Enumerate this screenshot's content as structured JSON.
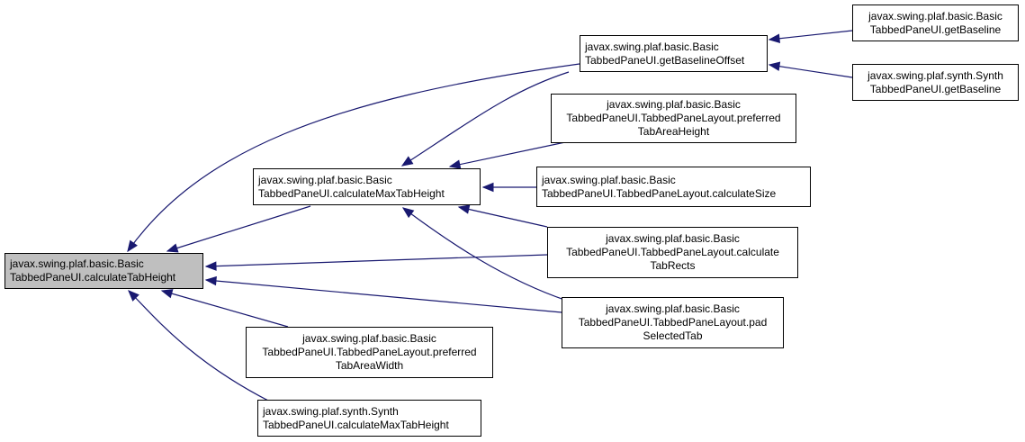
{
  "colors": {
    "edge": "#191970",
    "selected_fill": "#bfbfbf",
    "node_border": "#000000",
    "node_fill": "#ffffff"
  },
  "nodes": [
    {
      "id": "calculateTabHeight",
      "lines": [
        "javax.swing.plaf.basic.Basic",
        "TabbedPaneUI.calculateTabHeight"
      ],
      "selected": true
    },
    {
      "id": "calculateMaxTabHeight",
      "lines": [
        "javax.swing.plaf.basic.Basic",
        "TabbedPaneUI.calculateMaxTabHeight"
      ],
      "selected": false
    },
    {
      "id": "getBaselineOffset",
      "lines": [
        "javax.swing.plaf.basic.Basic",
        "TabbedPaneUI.getBaselineOffset"
      ],
      "selected": false
    },
    {
      "id": "basicGetBaseline",
      "lines": [
        "javax.swing.plaf.basic.Basic",
        "TabbedPaneUI.getBaseline"
      ],
      "selected": false
    },
    {
      "id": "synthGetBaseline",
      "lines": [
        "javax.swing.plaf.synth.Synth",
        "TabbedPaneUI.getBaseline"
      ],
      "selected": false
    },
    {
      "id": "preferredTabAreaHeight",
      "lines": [
        "javax.swing.plaf.basic.Basic",
        "TabbedPaneUI.TabbedPaneLayout.preferred",
        "TabAreaHeight"
      ],
      "selected": false
    },
    {
      "id": "calculateSize",
      "lines": [
        "javax.swing.plaf.basic.Basic",
        "TabbedPaneUI.TabbedPaneLayout.calculateSize"
      ],
      "selected": false
    },
    {
      "id": "calculateTabRects",
      "lines": [
        "javax.swing.plaf.basic.Basic",
        "TabbedPaneUI.TabbedPaneLayout.calculate",
        "TabRects"
      ],
      "selected": false
    },
    {
      "id": "padSelectedTab",
      "lines": [
        "javax.swing.plaf.basic.Basic",
        "TabbedPaneUI.TabbedPaneLayout.pad",
        "SelectedTab"
      ],
      "selected": false
    },
    {
      "id": "preferredTabAreaWidth",
      "lines": [
        "javax.swing.plaf.basic.Basic",
        "TabbedPaneUI.TabbedPaneLayout.preferred",
        "TabAreaWidth"
      ],
      "selected": false
    },
    {
      "id": "synthCalculateMaxTabHeight",
      "lines": [
        "javax.swing.plaf.synth.Synth",
        "TabbedPaneUI.calculateMaxTabHeight"
      ],
      "selected": false
    }
  ],
  "edges": [
    {
      "from": "getBaselineOffset",
      "to": "calculateTabHeight"
    },
    {
      "from": "calculateMaxTabHeight",
      "to": "calculateTabHeight"
    },
    {
      "from": "calculateTabRects",
      "to": "calculateTabHeight"
    },
    {
      "from": "padSelectedTab",
      "to": "calculateTabHeight"
    },
    {
      "from": "preferredTabAreaWidth",
      "to": "calculateTabHeight"
    },
    {
      "from": "synthCalculateMaxTabHeight",
      "to": "calculateTabHeight"
    },
    {
      "from": "getBaselineOffset",
      "to": "calculateMaxTabHeight"
    },
    {
      "from": "preferredTabAreaHeight",
      "to": "calculateMaxTabHeight"
    },
    {
      "from": "calculateSize",
      "to": "calculateMaxTabHeight"
    },
    {
      "from": "calculateTabRects",
      "to": "calculateMaxTabHeight"
    },
    {
      "from": "padSelectedTab",
      "to": "calculateMaxTabHeight"
    },
    {
      "from": "basicGetBaseline",
      "to": "getBaselineOffset"
    },
    {
      "from": "synthGetBaseline",
      "to": "getBaselineOffset"
    }
  ]
}
